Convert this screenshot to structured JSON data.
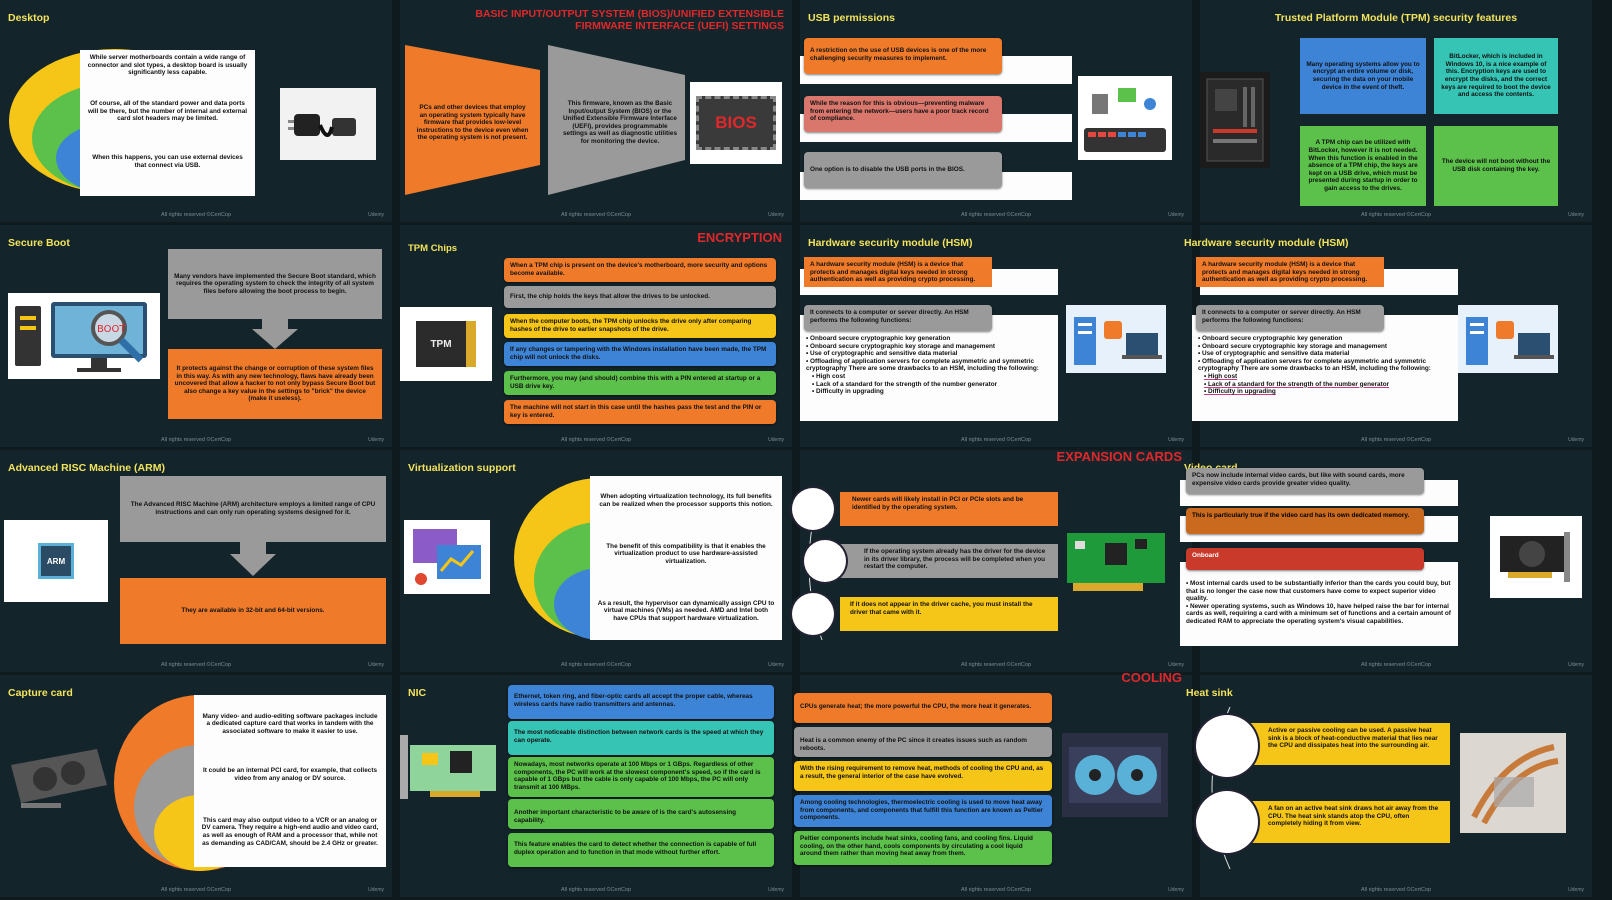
{
  "footer": "All rights reserved ©CertCop",
  "footer_right": "Udemy",
  "s1": {
    "title": "Desktop",
    "p1": "While server motherboards contain a wide range of connector and slot types, a desktop board is usually significantly less capable.",
    "p2": "Of course, all of the standard power and data ports will be there, but the number of internal and external card slot headers may be limited.",
    "p3": "When this happens, you can use external devices that connect via USB."
  },
  "s2": {
    "title": "BASIC INPUT/OUTPUT SYSTEM (BIOS)/UNIFIED EXTENSIBLE FIRMWARE INTERFACE (UEFI) SETTINGS",
    "p1": "PCs and other devices that employ an operating system typically have firmware that provides low-level instructions to the device even when the operating system is not present.",
    "p2": "This firmware, known as the Basic Input/output System (BIOS) or the Unified Extensible Firmware Interface (UEFI), provides programmable settings as well as diagnostic utilities for monitoring the device.",
    "chip": "BIOS"
  },
  "s3": {
    "title": "USB permissions",
    "p1": "A restriction on the use of USB devices is one of the more challenging security measures to implement.",
    "p2": "While the reason for this is obvious—preventing malware from entering the network—users have a poor track record of compliance.",
    "p3": "One option is to disable the USB ports in the BIOS."
  },
  "s4": {
    "title": "Trusted Platform Module (TPM) security features",
    "p1": "Many operating systems allow you to encrypt an entire volume or disk, securing the data on your mobile device in the event of theft.",
    "p2": "BitLocker, which is included in Windows 10, is a nice example of this. Encryption keys are used to encrypt the disks, and the correct keys are required to boot the device and access the contents.",
    "p3": "A TPM chip can be utilized with BitLocker, however it is not needed. When this function is enabled in the absence of a TPM chip, the keys are kept on a USB drive, which must be presented during startup in order to gain access to the drives.",
    "p4": "The device will not boot without the USB disk containing the key."
  },
  "s5": {
    "title": "Secure Boot",
    "p1": "Many vendors have implemented the Secure Boot standard, which requires the operating system to check the integrity of all system files before allowing the boot process to begin.",
    "p2": "It protects against the change or corruption of these system files in this way. As with any new technology, flaws have already been uncovered that allow a hacker to not only bypass Secure Boot but also change a key value in the settings to \"brick\" the device (make it useless).",
    "img_label": "BOOT"
  },
  "s6": {
    "title": "TPM Chips",
    "heading": "ENCRYPTION",
    "chip": "TPM",
    "items": [
      "When a TPM chip is present on the device's motherboard, more security and options become available.",
      "First, the chip holds the keys that allow the drives to be unlocked.",
      "When the computer boots, the TPM chip unlocks the drive only after comparing hashes of the drive to earlier snapshots of the drive.",
      "If any changes or tampering with the Windows installation have been made, the TPM chip will not unlock the disks.",
      "Furthermore, you may (and should) combine this with a PIN entered at startup or a USB drive key.",
      "The machine will not start in this case until the hashes pass the test and the PIN or key is entered."
    ]
  },
  "s7": {
    "title": "Hardware security module (HSM)",
    "p1": "A hardware security module (HSM) is a device that protects and manages digital keys needed in strong authentication as well as providing crypto processing.",
    "p2": "It connects to a computer or server directly. An HSM performs the following functions:",
    "bullets": [
      "Onboard secure cryptographic key generation",
      "Onboard secure cryptographic key storage and management",
      "Use of cryptographic and sensitive data material",
      "Offloading of application servers for complete asymmetric and symmetric cryptography There are some drawbacks to an HSM, including the following:"
    ],
    "subs": [
      "High cost",
      "Lack of a standard for the strength of the number generator",
      "Difficulty in upgrading"
    ]
  },
  "s8": {
    "title": "Hardware security module (HSM)"
  },
  "s9": {
    "title": "Advanced RISC Machine (ARM)",
    "p1": "The Advanced RISC Machine (ARM) architecture employs a limited range of CPU instructions and can only run operating systems designed for it.",
    "p2": "They are available in 32-bit and 64-bit versions.",
    "chip": "ARM"
  },
  "s10": {
    "title": "Virtualization support",
    "p1": "When adopting virtualization technology, its full benefits can be realized when the processor supports this notion.",
    "p2": "The benefit of this compatibility is that it enables the virtualization product to use hardware-assisted virtualization.",
    "p3": "As a result, the hypervisor can dynamically assign CPU to virtual machines (VMs) as needed. AMD and Intel both have CPUs that support hardware virtualization."
  },
  "s11": {
    "title": "EXPANSION CARDS",
    "p1": "Newer cards will likely install in PCI or PCIe slots and be identified by the operating system.",
    "p2": "If the operating system already has the driver for the device in its driver library, the process will be completed when you restart the computer.",
    "p3": "If it does not appear in the driver cache, you must install the driver that came with it."
  },
  "s12": {
    "title": "Video card",
    "p1": "PCs now include internal video cards, but like with sound cards, more expensive video cards provide greater video quality.",
    "p2": "This is particularly true if the video card has its own dedicated memory.",
    "p3": "Onboard",
    "bullets": [
      "Most internal cards used to be substantially inferior than the cards you could buy, but that is no longer the case now that customers have come to expect superior video quality.",
      "Newer operating systems, such as Windows 10, have helped raise the bar for internal cards as well, requiring a card with a minimum set of functions and a certain amount of dedicated RAM to appreciate the operating system's visual capabilities."
    ]
  },
  "s13": {
    "title": "Capture card",
    "p1": "Many video- and audio-editing software packages include a dedicated capture card that works in tandem with the associated software to make it easier to use.",
    "p2": "It could be an internal PCI card, for example, that collects video from any analog or DV source.",
    "p3": "This card may also output video to a VCR or an analog or DV camera. They require a high-end audio and video card, as well as enough of RAM and a processor that, while not as demanding as CAD/CAM, should be 2.4 GHz or greater."
  },
  "s14": {
    "title": "NIC",
    "items": [
      "Ethernet, token ring, and fiber-optic cards all accept the proper cable, whereas wireless cards have radio transmitters and antennas.",
      "The most noticeable distinction between network cards is the speed at which they can operate.",
      "Nowadays, most networks operate at 100 Mbps or 1 GBps. Regardless of other components, the PC will work at the slowest component's speed, so if the card is capable of 1 GBps but the cable is only capable of 100 Mbps, the PC will only transmit at 100 MBps.",
      "Another important characteristic to be aware of is the card's autosensing capability.",
      "This feature enables the card to detect whether the connection is capable of full duplex operation and to function in that mode without further effort."
    ]
  },
  "s15": {
    "title": "COOLING",
    "items": [
      "CPUs generate heat; the more powerful the CPU, the more heat it generates.",
      "Heat is a common enemy of the PC since it creates issues such as random reboots.",
      "With the rising requirement to remove heat, methods of cooling the CPU and, as a result, the general interior of the case have evolved.",
      "Among cooling technologies, thermoelectric cooling is used to move heat away from components, and components that fulfill this function are known as Peltier components.",
      "Peltier components include heat sinks, cooling fans, and cooling fins. Liquid cooling, on the other hand, cools components by circulating a cool liquid around them rather than moving heat away from them."
    ]
  },
  "s16": {
    "title": "Heat sink",
    "p1": "Active or passive cooling can be used. A passive heat sink is a block of heat-conductive material that lies near the CPU and dissipates heat into the surrounding air.",
    "p2": "A fan on an active heat sink draws hot air away from the CPU. The heat sink stands atop the CPU, often completely hiding it from view."
  }
}
